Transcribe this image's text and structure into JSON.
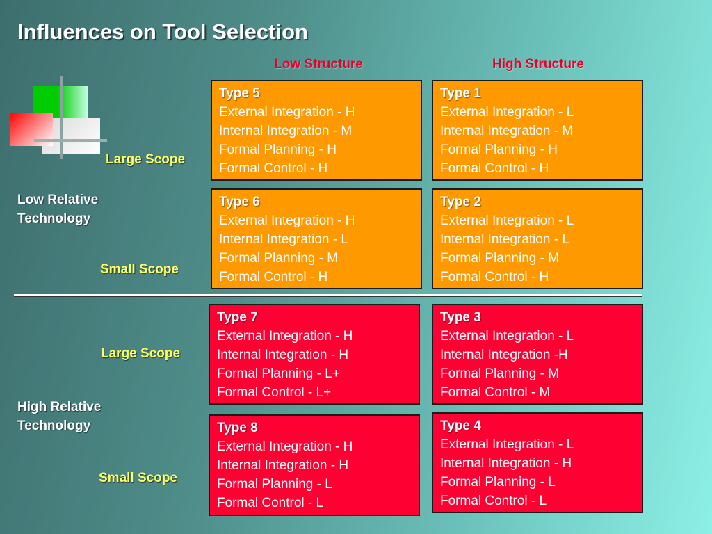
{
  "title": "Influences on Tool Selection",
  "columns": {
    "low": "Low Structure",
    "high": "High Structure"
  },
  "rows": {
    "low_tech": [
      "Low Relative",
      "Technology"
    ],
    "high_tech": [
      "High Relative",
      "Technology"
    ]
  },
  "scopes": {
    "large_1": "Large Scope",
    "small_1": "Small Scope",
    "large_2": "Large Scope",
    "small_2": "Small Scope"
  },
  "boxes": {
    "type5": {
      "title": "Type 5",
      "lines": [
        "External Integration - H",
        "Internal Integration - M",
        "Formal Planning - H",
        "Formal Control - H"
      ]
    },
    "type1": {
      "title": "Type 1",
      "lines": [
        "External Integration - L",
        "Internal Integration - M",
        "Formal Planning - H",
        "Formal Control - H"
      ]
    },
    "type6": {
      "title": "Type 6",
      "lines": [
        "External Integration - H",
        "Internal Integration - L",
        "Formal Planning - M",
        "Formal Control - H"
      ]
    },
    "type2": {
      "title": "Type 2",
      "lines": [
        "External Integration - L",
        "Internal Integration - L",
        "Formal Planning - M",
        "Formal Control - H"
      ]
    },
    "type7": {
      "title": "Type 7",
      "lines": [
        "External Integration - H",
        "Internal Integration - H",
        "Formal Planning - L+",
        "Formal Control - L+"
      ]
    },
    "type3": {
      "title": "Type 3",
      "lines": [
        "External Integration - L",
        "Internal Integration -H",
        "Formal Planning - M",
        "Formal Control - M"
      ]
    },
    "type8": {
      "title": "Type 8",
      "lines": [
        "External Integration - H",
        "Internal Integration - H",
        "Formal Planning - L",
        "Formal Control - L"
      ]
    },
    "type4": {
      "title": "Type 4",
      "lines": [
        "External Integration - L",
        "Internal Integration - H",
        "Formal Planning - L",
        "Formal Control - L"
      ]
    }
  },
  "colors": {
    "orange_box": "#ff9900",
    "red_box": "#ff0033",
    "scope_text": "#ffff66",
    "column_head": "#e8002a"
  }
}
